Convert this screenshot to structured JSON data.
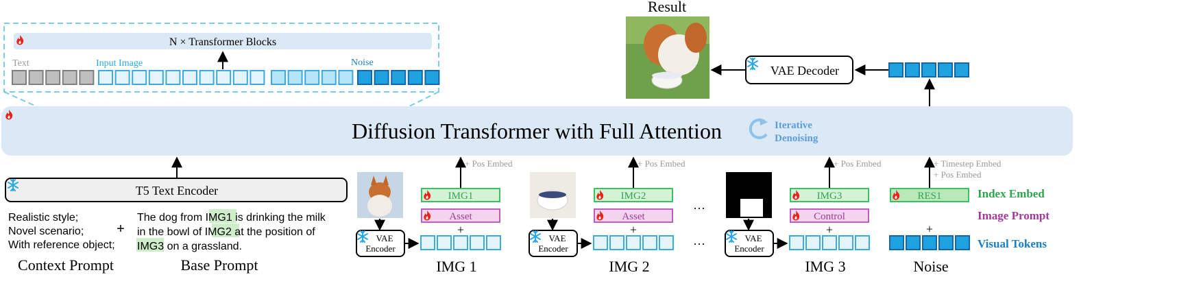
{
  "colors": {
    "panel": "#dbe8f5",
    "token_light_fill": "#e3f4fc",
    "token_mid_fill": "#b6e4f8",
    "token_dark_fill": "#1fa3e0",
    "token_stroke": "#3aaadf",
    "text_token": "#bfbfbf",
    "index_green": "#2ea44f",
    "prompt_purple": "#a23a98",
    "visual_blue": "#1a7fc4",
    "fire": "#e8251a",
    "snow": "#2aa8e8",
    "highlight": "#cdeec9",
    "gray_text": "#9a9a9a"
  },
  "icons": [
    "fire-icon",
    "snowflake-icon",
    "iterative-arrow-icon"
  ],
  "inset": {
    "title": "N × Transformer Blocks",
    "label_text": "Text",
    "label_input_image": "Input Image",
    "label_noise": "Noise"
  },
  "main": {
    "title": "Diffusion Transformer with Full Attention",
    "iterative_line1": "Iterative",
    "iterative_line2": "Denoising"
  },
  "result": {
    "title": "Result",
    "decoder": "VAE Decoder"
  },
  "text_encoder": {
    "label": "T5 Text Encoder"
  },
  "context_prompt": {
    "lines": [
      "Realistic style;",
      "Novel scenario;",
      "With reference object;"
    ],
    "plus": "+",
    "caption": "Context Prompt"
  },
  "base_prompt": {
    "line1_pre": "The dog from ",
    "line1_hl": "IMG1",
    "line1_post": " is drinking the milk",
    "line2_pre": "in the bowl of ",
    "line2_hl": "IMG2",
    "line2_post": " at the position of",
    "line3_hl": "IMG3",
    "line3_post": " on a grassland.",
    "caption": "Base Prompt"
  },
  "vae_encoder": {
    "line1": "VAE",
    "line2": "Encoder"
  },
  "pos_embed": "+ Pos Embed",
  "timestep_embed": "+ Timestep Embed",
  "plus": "+",
  "ellipsis": "···",
  "groups": [
    {
      "index": "IMG1",
      "type": "Asset",
      "caption": "IMG 1"
    },
    {
      "index": "IMG2",
      "type": "Asset",
      "caption": "IMG 2"
    },
    {
      "index": "IMG3",
      "type": "Control",
      "caption": "IMG 3"
    }
  ],
  "noise_group": {
    "index": "RES1",
    "caption": "Noise"
  },
  "legend": {
    "index_embed": "Index Embed",
    "image_prompt": "Image Prompt",
    "visual_tokens": "Visual Tokens"
  }
}
